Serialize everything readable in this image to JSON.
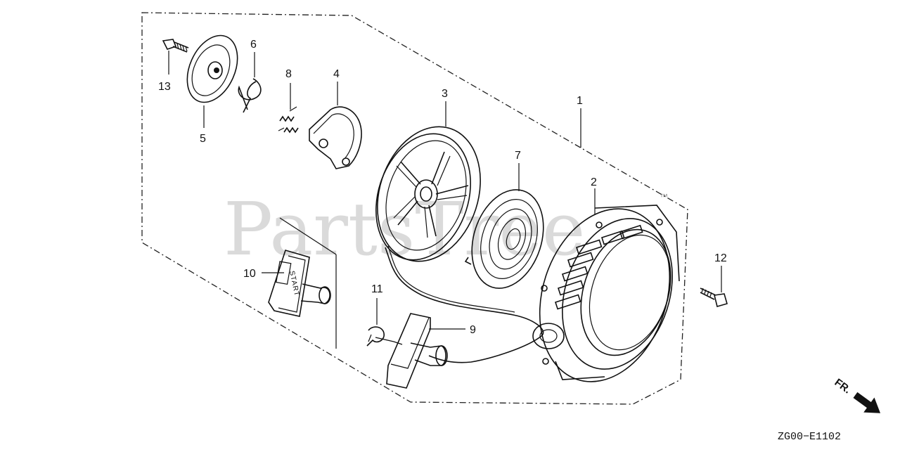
{
  "watermark": "PartsTree",
  "trademark": "™",
  "drawing_code": "ZG00−E1102",
  "direction_label": "FR.",
  "knob_text": "START",
  "callouts": {
    "c1": "1",
    "c2": "2",
    "c3": "3",
    "c4": "4",
    "c5": "5",
    "c6": "6",
    "c7": "7",
    "c8": "8",
    "c9": "9",
    "c10": "10",
    "c11": "11",
    "c12": "12",
    "c13": "13"
  }
}
